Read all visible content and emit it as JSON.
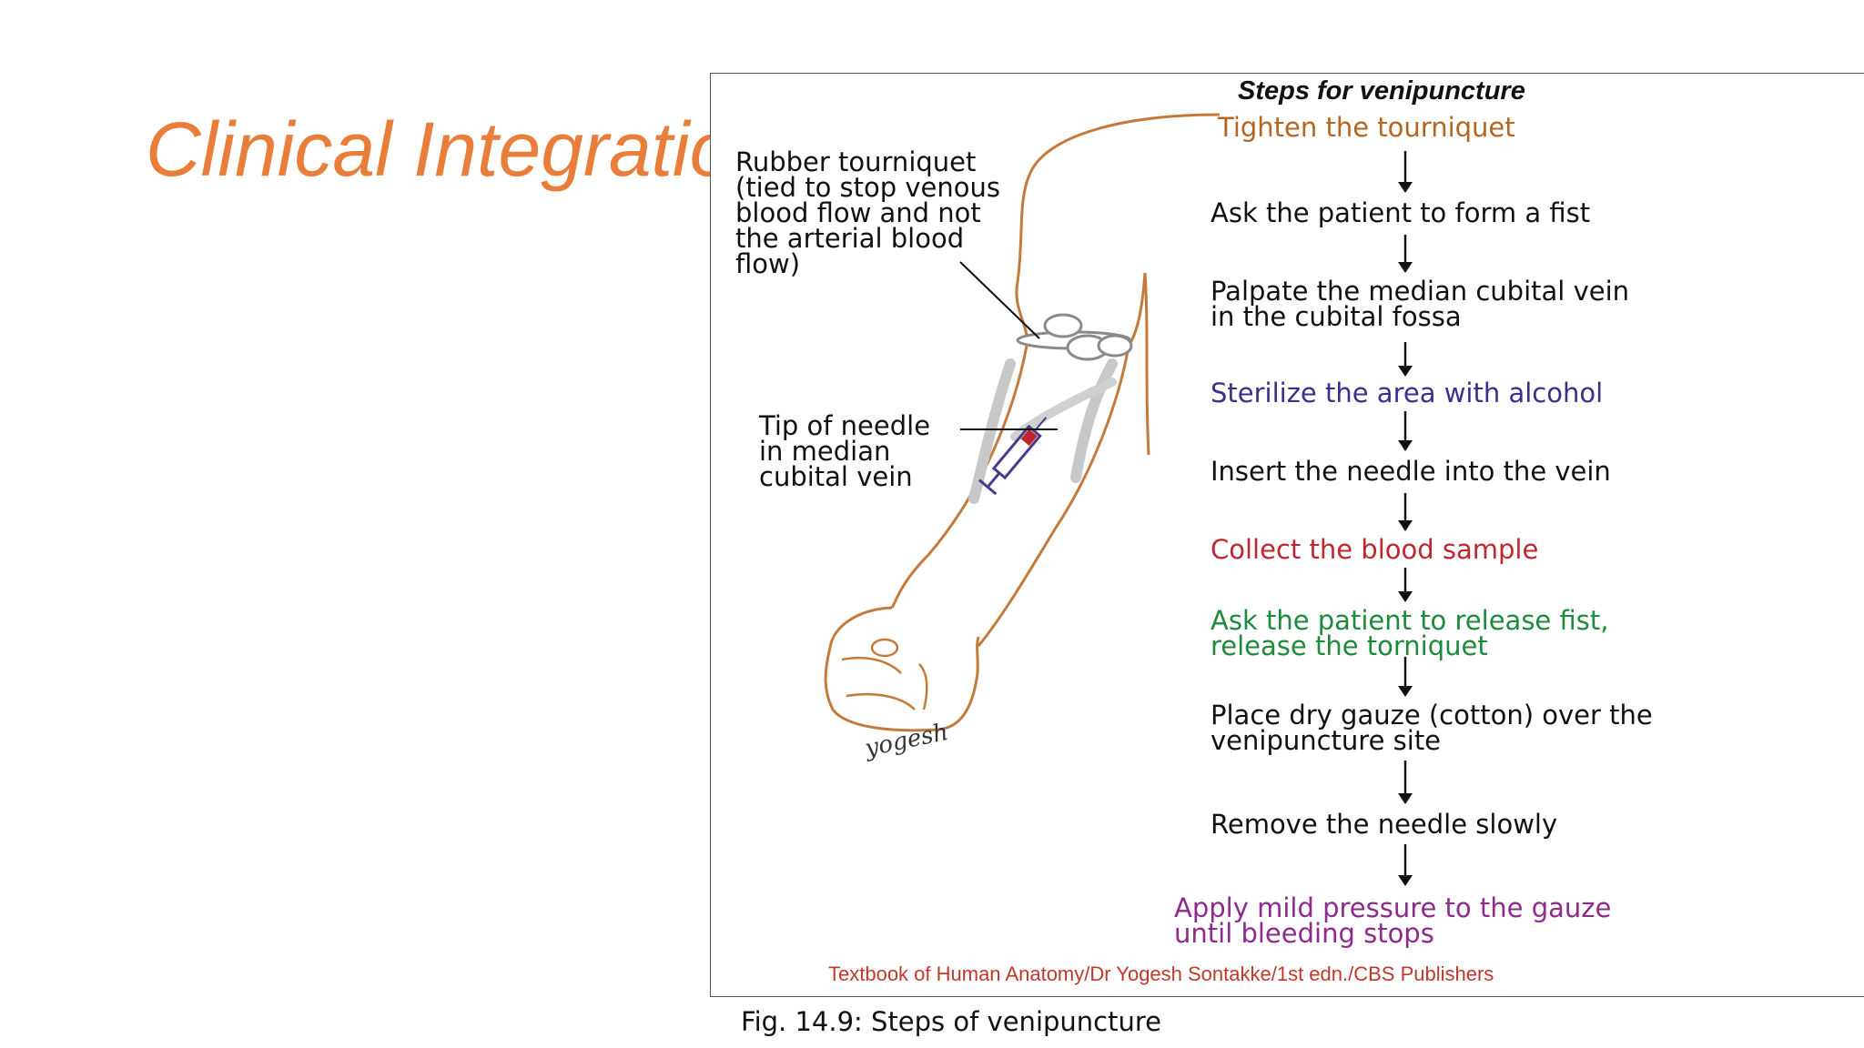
{
  "slide": {
    "title": "Clinical Integration"
  },
  "figure": {
    "heading": "Steps for venipuncture",
    "callouts": {
      "tourniquet": [
        "Rubber tourniquet",
        "(tied to stop venous",
        "blood flow and not",
        "the arterial blood",
        "flow)"
      ],
      "needle": [
        "Tip of needle",
        "in median",
        "cubital vein"
      ]
    },
    "signature": "yogesh",
    "steps": [
      {
        "lines": [
          "Tighten the tourniquet"
        ],
        "color": "#B5651D"
      },
      {
        "lines": [
          "Ask the patient to form a fist"
        ],
        "color": "#111111"
      },
      {
        "lines": [
          "Palpate the median cubital vein",
          "in the cubital fossa"
        ],
        "color": "#111111"
      },
      {
        "lines": [
          "Sterilize the area with alcohol"
        ],
        "color": "#3B2E8C"
      },
      {
        "lines": [
          "Insert the needle into the vein"
        ],
        "color": "#111111"
      },
      {
        "lines": [
          "Collect the blood sample"
        ],
        "color": "#C0262D"
      },
      {
        "lines": [
          "Ask the patient to release fist,",
          "release the torniquet"
        ],
        "color": "#1E8A3C"
      },
      {
        "lines": [
          "Place dry gauze (cotton) over the",
          "venipuncture site"
        ],
        "color": "#111111"
      },
      {
        "lines": [
          "Remove the needle slowly"
        ],
        "color": "#111111"
      },
      {
        "lines": [
          "Apply mild pressure to the gauze",
          "until bleeding stops"
        ],
        "color": "#8E2A8E"
      }
    ],
    "credit": "Textbook of Human Anatomy/Dr Yogesh Sontakke/1st edn./CBS Publishers",
    "caption": "Fig. 14.9: Steps of venipuncture"
  }
}
